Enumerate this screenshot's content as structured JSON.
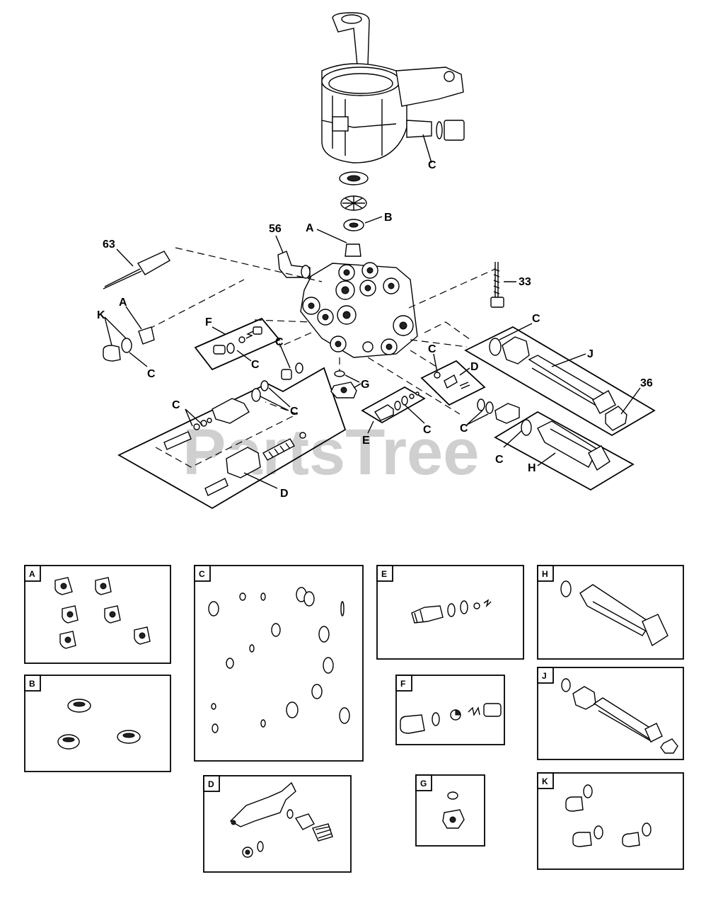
{
  "watermark": "PartsTree",
  "callouts": {
    "c_top": "C",
    "b_top": "B",
    "a_top": "A",
    "n56": "56",
    "n63": "63",
    "n33": "33",
    "a_left": "A",
    "k_left": "K",
    "c_left": "C",
    "f_label": "F",
    "c_f": "C",
    "c_d_upper": "C",
    "c_d_left": "C",
    "c_d_mid": "C",
    "d_label": "D",
    "g_label": "G",
    "c_e_top": "C",
    "d_small": "D",
    "e_label": "E",
    "c_e": "C",
    "c_j": "C",
    "j_label": "J",
    "n36": "36",
    "c_h1": "C",
    "c_h2": "C",
    "h_label": "H"
  },
  "kits": {
    "A": "A",
    "B": "B",
    "C": "C",
    "D": "D",
    "E": "E",
    "F": "F",
    "G": "G",
    "H": "H",
    "J": "J",
    "K": "K"
  }
}
